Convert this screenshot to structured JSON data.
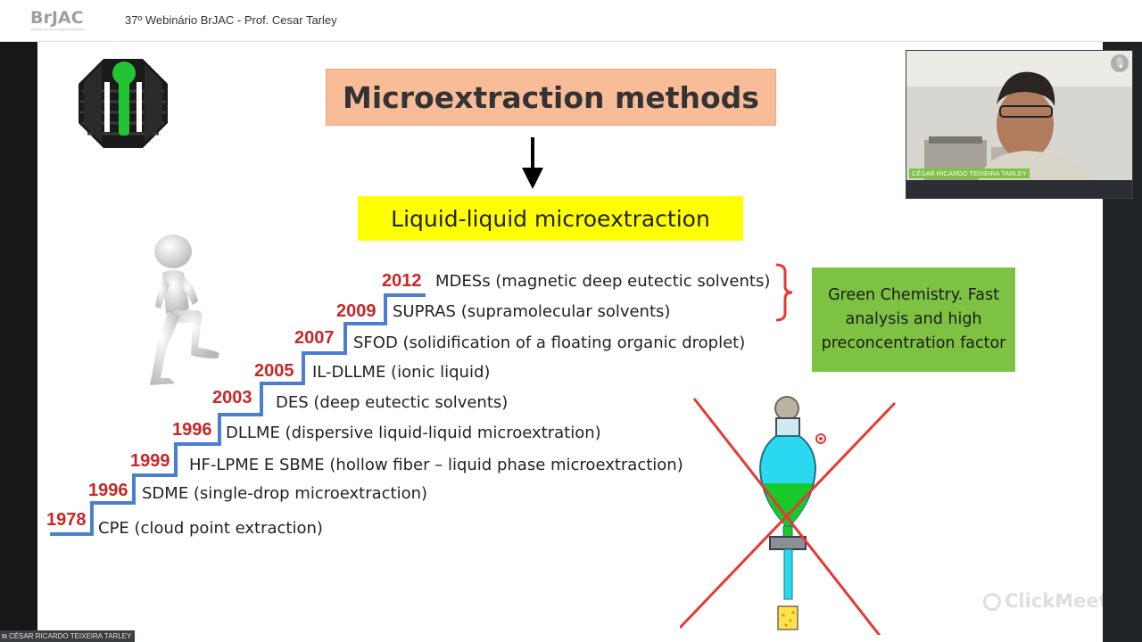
{
  "header": {
    "logo_text": "BrJAC",
    "logo_subtext": "Brazilian Journal of Analytical Chemistry",
    "title": "37º Webinário BrJAC - Prof. Cesar Tarley"
  },
  "slide": {
    "title": "Microextraction methods",
    "subtitle": "Liquid-liquid microextraction",
    "timeline": [
      {
        "year": "1978",
        "method": "CPE (cloud point extraction)"
      },
      {
        "year": "1996",
        "method": "SDME (single-drop microextraction)"
      },
      {
        "year": "1999",
        "method": "HF-LPME E SBME (hollow fiber – liquid phase microextraction)"
      },
      {
        "year": "1996",
        "method": "DLLME (dispersive liquid-liquid microextration)"
      },
      {
        "year": "2003",
        "method": "DES (deep eutectic solvents)"
      },
      {
        "year": "2005",
        "method": "IL-DLLME (ionic liquid)"
      },
      {
        "year": "2007",
        "method": "SFOD (solidification of a floating organic droplet)"
      },
      {
        "year": "2009",
        "method": "SUPRAS (supramolecular solvents)"
      },
      {
        "year": "2012",
        "method": "MDESs (magnetic deep eutectic solvents)"
      }
    ],
    "green_box": "Green Chemistry. Fast analysis  and high preconcentration factor",
    "colors": {
      "title_bg": "#f8bc98",
      "subtitle_bg": "#ffff00",
      "staircase": "#4a7ed1",
      "year": "#c62828",
      "green_box": "#7dc242",
      "cross": "#e53935"
    }
  },
  "webcam": {
    "name": "CÉSAR RICARDO TEIXEIRA TARLEY",
    "mic_icon": "mic-icon"
  },
  "footer": {
    "participant_name": "CÉSAR RICARDO TEIXEIRA TARLEY"
  },
  "watermark": {
    "text": "ClickMeeting"
  }
}
